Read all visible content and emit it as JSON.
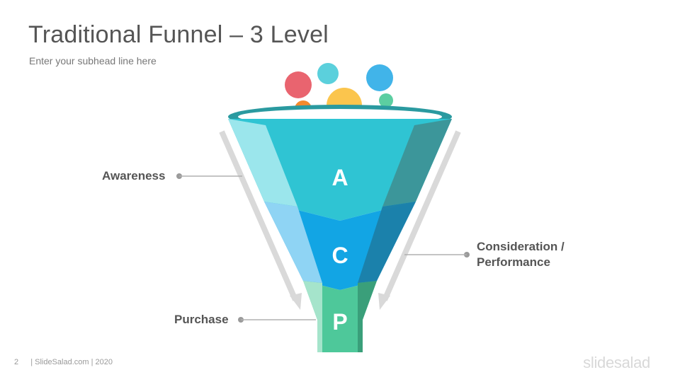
{
  "header": {
    "title": "Traditional Funnel – 3 Level",
    "subtitle": "Enter your subhead line here"
  },
  "funnel": {
    "stages": [
      {
        "letter": "A",
        "label": "Awareness",
        "color": "#2fc4d3"
      },
      {
        "letter": "C",
        "label": "Consideration / Performance",
        "label_line1": "Consideration /",
        "label_line2": "Performance",
        "color": "#12a5e4"
      },
      {
        "letter": "P",
        "label": "Purchase",
        "color": "#4ec89a"
      }
    ],
    "rim_color": "#2a9aa0",
    "bubble_colors": [
      "#e9646f",
      "#5bd0dc",
      "#41b4e9",
      "#f7a12c",
      "#fbc54d",
      "#5ccea1"
    ]
  },
  "footer": {
    "page_number": "2",
    "credit": "| SlideSalad.com | 2020",
    "brand": "slidesalad"
  }
}
